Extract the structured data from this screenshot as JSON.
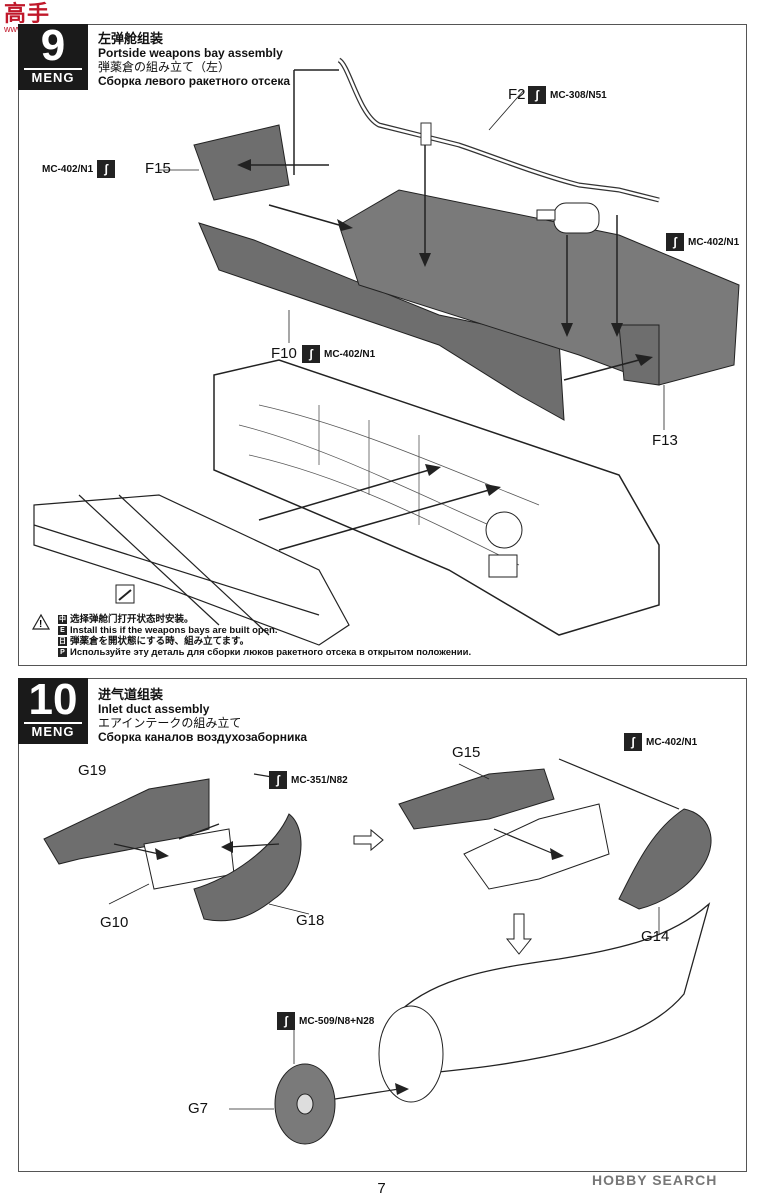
{
  "watermark": {
    "top": "高手",
    "sub": "www.cnkoo.com"
  },
  "step9": {
    "number": "9",
    "brand": "MENG",
    "title_zh": "左弹舱组装",
    "title_en": "Portside weapons bay assembly",
    "title_ja": "弾薬倉の組み立て（左）",
    "title_ru": "Сборка левого ракетного отсека",
    "parts": {
      "f2": "F2",
      "f15": "F15",
      "f10": "F10",
      "f13": "F13"
    },
    "paints": {
      "f2": "MC-308/N51",
      "f15": "MC-402/N1",
      "f10": "MC-402/N1",
      "f13": "MC-402/N1"
    },
    "warning": {
      "zh": "选择弹舱门打开状态时安装。",
      "en": "Install this if the weapons bays are built open.",
      "ja": "弾薬倉を開状態にする時、組み立てます。",
      "ru": "Используйте эту деталь для сборки люков ракетного отсека в открытом положении."
    }
  },
  "step10": {
    "number": "10",
    "brand": "MENG",
    "title_zh": "进气道组装",
    "title_en": "Inlet duct assembly",
    "title_ja": "エアインテークの組み立て",
    "title_ru": "Сборка каналов воздухозаборника",
    "parts": {
      "g19": "G19",
      "g10": "G10",
      "g18": "G18",
      "g15": "G15",
      "g14": "G14",
      "g7": "G7"
    },
    "paints": {
      "g19": "MC-351/N82",
      "g15": "MC-402/N1",
      "g7": "MC-509/N8+N28"
    }
  },
  "page_number": "7",
  "source_logo": "HOBBY SEARCH",
  "colors": {
    "part_fill": "#6e6e6e",
    "frame": "#1a1a1a",
    "watermark": "#c0182a"
  }
}
